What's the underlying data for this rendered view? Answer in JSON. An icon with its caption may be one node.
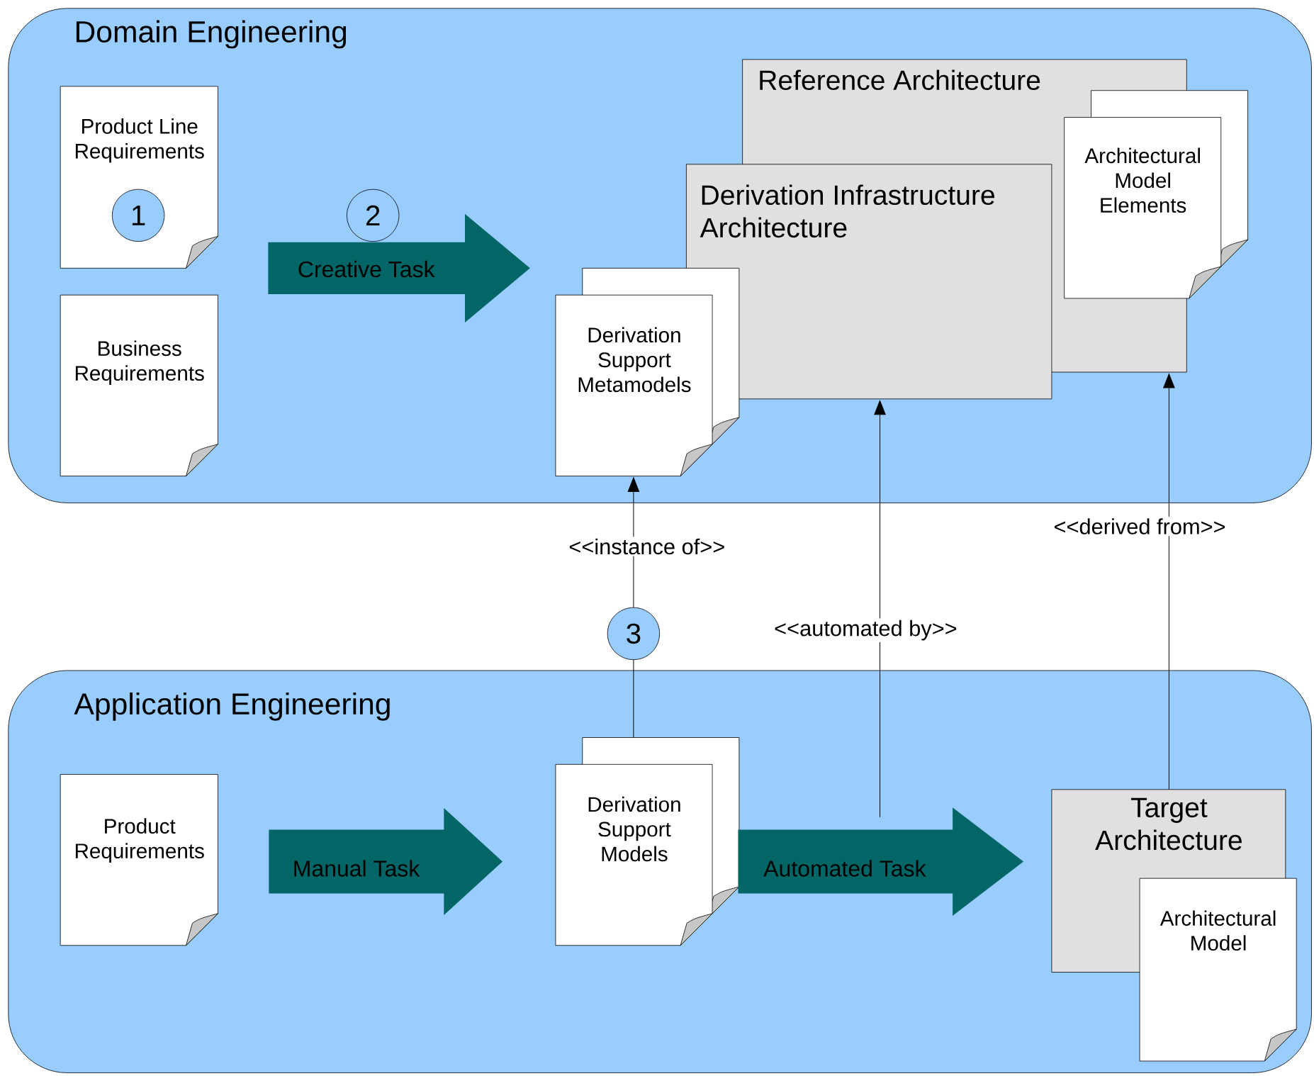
{
  "diagram": {
    "nodes": [
      {
        "text": [
          "Domain Engineering"
        ]
      },
      {
        "text": [
          "Product Line Requirements"
        ],
        "in": 0
      },
      {
        "text": [
          "1"
        ],
        "in": 1
      },
      {
        "text": [
          "Business Requirements"
        ],
        "in": 0
      },
      {
        "text": [
          "2"
        ],
        "in": 0
      },
      {
        "text": [
          "Reference Architecture"
        ],
        "in": 0
      },
      {
        "text": [
          "Derivation Infrastructure Architecture"
        ],
        "in": 0
      },
      {
        "text": [
          "Architectural Model Elements"
        ],
        "in": 0
      },
      {
        "text": [
          "Derivation Support Metamodels"
        ],
        "in": 0
      },
      {
        "text": [
          "Application Engineering"
        ]
      },
      {
        "text": [
          "Product Requirements"
        ],
        "in": 9
      },
      {
        "text": [
          "Derivation Support Models"
        ],
        "in": 9
      },
      {
        "text": [
          "Target Architecture"
        ],
        "in": 9
      },
      {
        "text": [
          "Architectural Model"
        ],
        "in": 9
      },
      {
        "text": [
          "3"
        ]
      }
    ],
    "edges": [
      {
        "from": 11,
        "to": 14,
        "arrow": "none"
      },
      {
        "from": 14,
        "to": 8,
        "arrow": "to",
        "label": "<<instance of>>"
      },
      {
        "from": null,
        "to": 6,
        "arrow": "to",
        "label": "<<automated by>>"
      },
      {
        "from": 12,
        "to": 5,
        "arrow": "to",
        "label": "<<derived from>>"
      },
      {
        "from": null,
        "to": 8,
        "arrow": "to",
        "label": "Creative Task",
        "style": "thick",
        "color": "#036666"
      },
      {
        "from": 10,
        "to": 11,
        "arrow": "to",
        "label": "Manual Task",
        "style": "thick",
        "color": "#036666"
      },
      {
        "from": 11,
        "to": 12,
        "arrow": "to",
        "label": "Automated Task",
        "style": "thick",
        "color": "#036666"
      }
    ]
  }
}
